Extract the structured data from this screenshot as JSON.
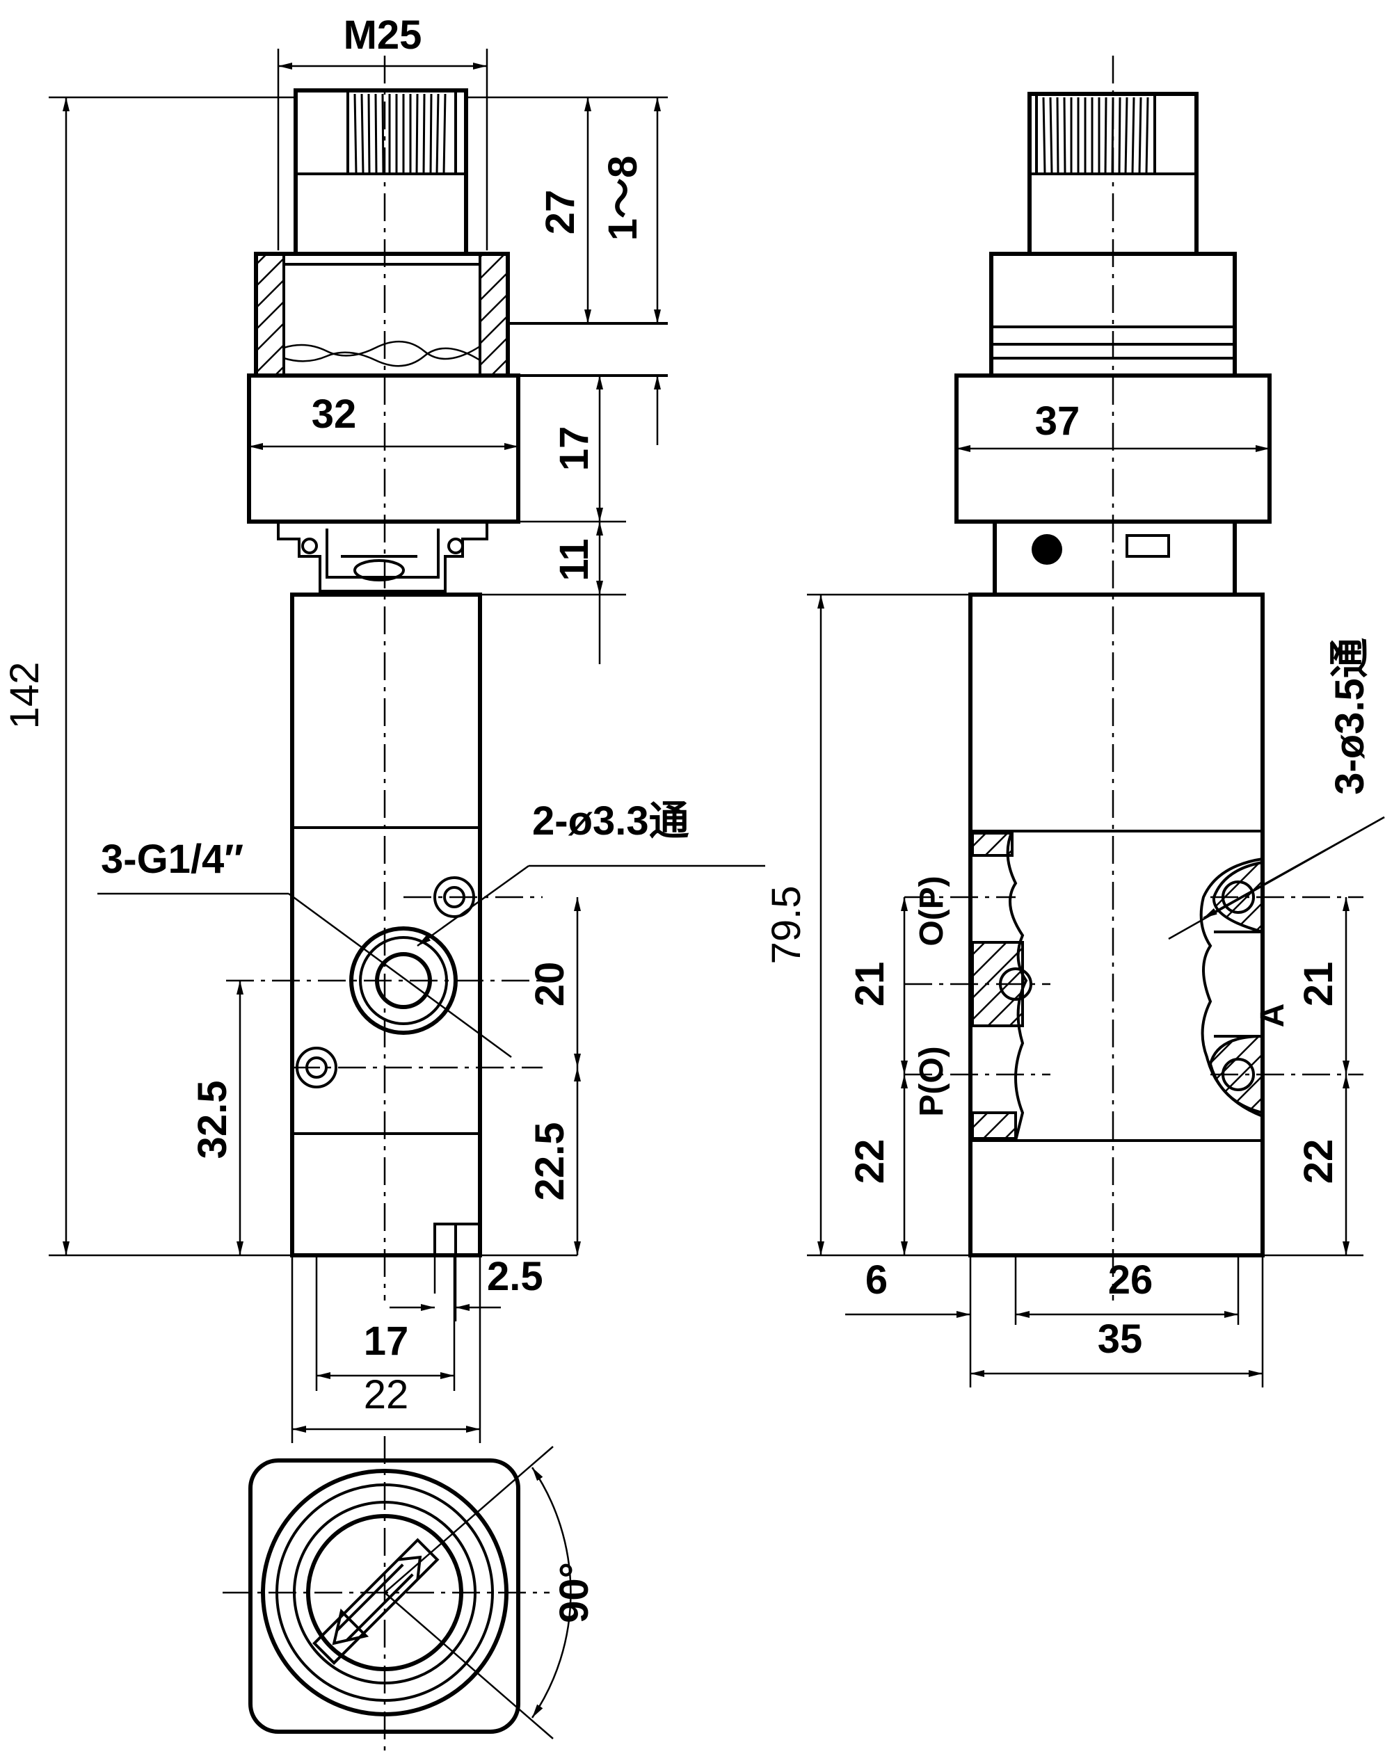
{
  "front_view": {
    "dimensions": {
      "thread": "M25",
      "overall_height": "142",
      "knob_height": "27",
      "adjust_range": "1～8",
      "nut_width": "32",
      "nut_height": "17",
      "neck_height": "11",
      "port_to_top_hole": "20",
      "port_from_bottom": "32.5",
      "lower_hole_from_bottom": "22.5",
      "bottom_offset": "2.5",
      "hole_spacing": "17",
      "body_width": "22"
    },
    "callouts": {
      "ports": "3-G1/4″",
      "mounting_holes": "2-ø3.3通"
    }
  },
  "side_view": {
    "dimensions": {
      "nut_width": "37",
      "body_height": "79.5",
      "port_spacing_left": "21",
      "port_spacing_right": "21",
      "bottom_left": "22",
      "bottom_right": "22",
      "left_offset": "6",
      "hole_spacing": "26",
      "body_width": "35"
    },
    "callouts": {
      "holes": "3-ø3.5通",
      "port_upper": "O(P)",
      "port_lower": "P(O)",
      "port_right": "A"
    }
  },
  "top_view": {
    "dimensions": {
      "rotation_angle": "90°"
    }
  }
}
